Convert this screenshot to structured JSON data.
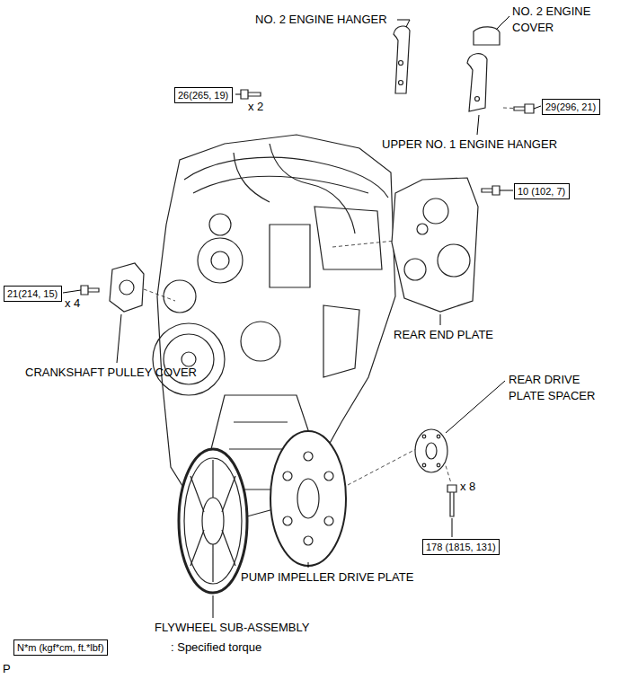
{
  "diagram": {
    "nodes": [
      {
        "text": [
          "26(265, 19)"
        ]
      },
      {
        "text": [
          "29(296, 21)"
        ]
      },
      {
        "text": [
          "10 (102, 7)"
        ]
      },
      {
        "text": [
          "21(214, 15)"
        ]
      },
      {
        "text": [
          "178 (1815, 131)"
        ]
      },
      {
        "text": [
          "N*m (kgf*cm, ft.*lbf)"
        ]
      }
    ],
    "edges": [],
    "labels": [
      "NO. 2 ENGINE HANGER",
      "NO. 2 ENGINE COVER",
      "UPPER NO. 1 ENGINE HANGER",
      "REAR END PLATE",
      "CRANKSHAFT PULLEY COVER",
      "REAR DRIVE PLATE SPACER",
      "PUMP IMPELLER DRIVE PLATE",
      "FLYWHEEL SUB-ASSEMBLY",
      "x 2",
      "x 4",
      "x 8",
      ": Specified torque",
      "P"
    ]
  }
}
